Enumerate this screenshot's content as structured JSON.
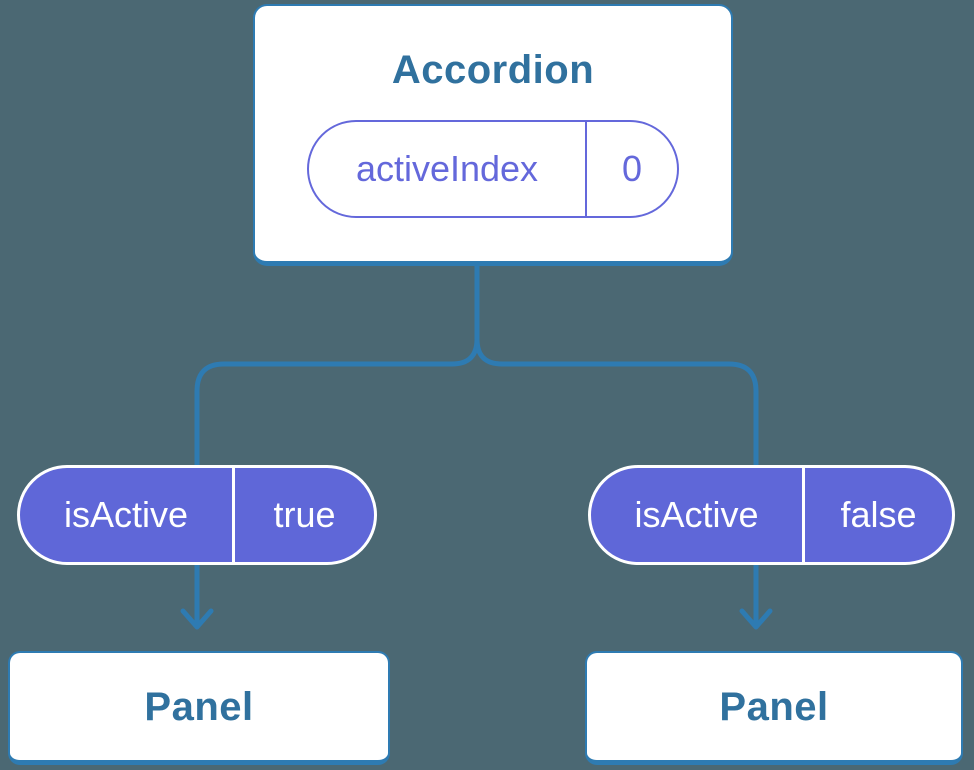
{
  "diagram": {
    "title": "Accordion",
    "state": {
      "name": "activeIndex",
      "value": "0"
    },
    "panels": [
      {
        "prop_name": "isActive",
        "prop_value": "true",
        "label": "Panel"
      },
      {
        "prop_name": "isActive",
        "prop_value": "false",
        "label": "Panel"
      }
    ]
  },
  "icons": {
    "arrowhead_left": "arrow-down-icon",
    "arrowhead_right": "arrow-down-icon"
  },
  "colors": {
    "background": "#4B6873",
    "connector_blue": "#2E7BB2",
    "component_title_blue": "#30719E",
    "prop_pill_fill_purple": "#5F67D8",
    "state_pill_outline_purple": "#6468DB",
    "box_fill": "#FFFFFF"
  }
}
